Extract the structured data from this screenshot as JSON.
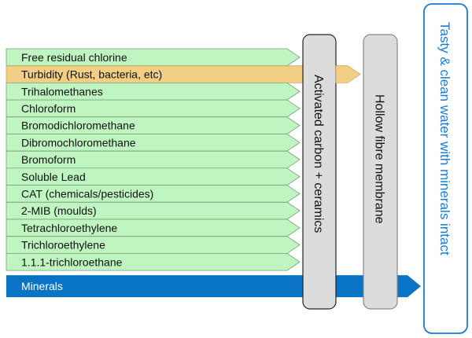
{
  "diagram": {
    "title": "Water filtration: contaminants removed vs. minerals retained",
    "contaminants": [
      {
        "label": "Free residual chlorine",
        "kind": "removed_by_carbon"
      },
      {
        "label": "Turbidity (Rust, bacteria, etc)",
        "kind": "removed_by_membrane"
      },
      {
        "label": "Trihalomethanes",
        "kind": "removed_by_carbon"
      },
      {
        "label": "Chloroform",
        "kind": "removed_by_carbon"
      },
      {
        "label": "Bromodichloromethane",
        "kind": "removed_by_carbon"
      },
      {
        "label": "Dibromochloromethane",
        "kind": "removed_by_carbon"
      },
      {
        "label": "Bromoform",
        "kind": "removed_by_carbon"
      },
      {
        "label": "Soluble Lead",
        "kind": "removed_by_carbon"
      },
      {
        "label": "CAT (chemicals/pesticides)",
        "kind": "removed_by_carbon"
      },
      {
        "label": "2-MIB (moulds)",
        "kind": "removed_by_carbon"
      },
      {
        "label": "Tetrachloroethylene",
        "kind": "removed_by_carbon"
      },
      {
        "label": "Trichloroethylene",
        "kind": "removed_by_carbon"
      },
      {
        "label": "1.1.1-trichloroethane",
        "kind": "removed_by_carbon"
      }
    ],
    "minerals": {
      "label": "Minerals",
      "kind": "passes_through"
    },
    "filters": [
      {
        "label": "Activated carbon + ceramics"
      },
      {
        "label": "Hollow fibre membrane"
      }
    ],
    "output": {
      "label": "Tasty & clean water with minerals intact"
    },
    "colors": {
      "green_fill": "#bff5c0",
      "green_stroke": "#7a9a7a",
      "turbidity_fill": "#f3cf86",
      "minerals_fill": "#0a74c4",
      "filter_fill": "#dcdcdc",
      "filter1_stroke": "#222222",
      "filter2_stroke": "#888888",
      "output_stroke": "#1a7bd0",
      "output_text": "#1a7bd0"
    }
  }
}
